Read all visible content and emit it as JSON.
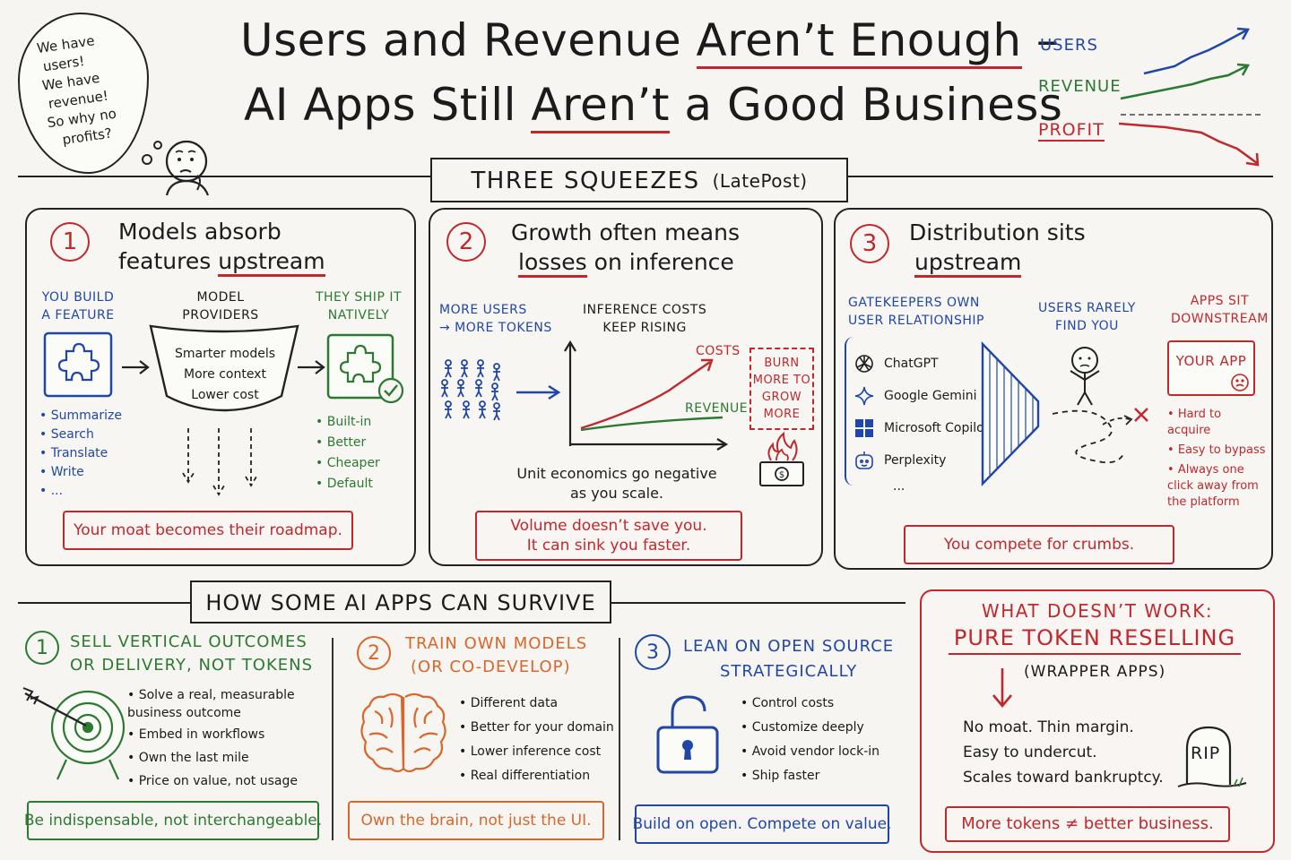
{
  "title": {
    "line1_pre": "Users and Revenue ",
    "line1_ul": "Aren’t Enough",
    "line1_post": " –",
    "line2_pre": "AI Apps Still ",
    "line2_ul": "Aren’t",
    "line2_post": " a Good Business"
  },
  "bubble": {
    "lines": [
      "We have",
      "users!",
      "We have",
      "revenue!",
      "So why no",
      "profits?"
    ]
  },
  "mini_chart": {
    "users_label": "USERS",
    "revenue_label": "REVENUE",
    "profit_label": "PROFIT",
    "colors": {
      "users": "#2047a8",
      "revenue": "#2c7a31",
      "profit": "#c0282d"
    }
  },
  "squeezes": {
    "header": "THREE  SQUEEZES",
    "header_source": "(LatePost)",
    "panel1": {
      "number": "1",
      "title_line1": "Models absorb",
      "title_line2_pre": "features ",
      "title_line2_ul": "upstream",
      "you_build": [
        "YOU BUILD",
        "A FEATURE"
      ],
      "model_providers": [
        "MODEL",
        "PROVIDERS"
      ],
      "funnel_lines": [
        "Smarter models",
        "More context",
        "Lower cost"
      ],
      "they_ship": [
        "THEY SHIP IT",
        "NATIVELY"
      ],
      "features": [
        "Summarize",
        "Search",
        "Translate",
        "Write",
        "..."
      ],
      "shipped": [
        "Built-in",
        "Better",
        "Cheaper",
        "Default"
      ],
      "callout": "Your moat becomes their roadmap."
    },
    "panel2": {
      "number": "2",
      "title_line1": "Growth often means",
      "title_line2_ul": "losses",
      "title_line2_post": " on inference",
      "more_users": [
        "MORE USERS",
        "→ MORE TOKENS"
      ],
      "inference_costs": [
        "INFERENCE COSTS",
        "KEEP RISING"
      ],
      "costs_label": "COSTS",
      "revenue_label": "REVENUE",
      "burn": [
        "BURN",
        "MORE TO",
        "GROW",
        "MORE"
      ],
      "unit_econ": [
        "Unit economics go negative",
        "as you scale."
      ],
      "callout": [
        "Volume doesn’t save you.",
        "It can sink you faster."
      ]
    },
    "panel3": {
      "number": "3",
      "title_line1": "Distribution sits",
      "title_line2_ul": "upstream",
      "gatekeepers": [
        "GATEKEEPERS OWN",
        "USER RELATIONSHIP"
      ],
      "platforms": [
        "ChatGPT",
        "Google Gemini",
        "Microsoft Copilot",
        "Perplexity",
        "..."
      ],
      "users_rarely": [
        "USERS RARELY",
        "FIND YOU"
      ],
      "apps_sit": [
        "APPS SIT",
        "DOWNSTREAM"
      ],
      "your_app": "YOUR APP",
      "app_points": [
        "Hard to acquire",
        "Easy to bypass",
        "Always one click away from the platform"
      ],
      "callout": "You compete for crumbs."
    }
  },
  "survive": {
    "header": "HOW SOME AI APPS CAN SURVIVE",
    "col1": {
      "number": "1",
      "title": [
        "SELL VERTICAL OUTCOMES",
        "OR DELIVERY, NOT TOKENS"
      ],
      "points": [
        "Solve a real, measurable business outcome",
        "Embed in workflows",
        "Own the last mile",
        "Price on value, not usage"
      ],
      "callout": "Be indispensable, not interchangeable."
    },
    "col2": {
      "number": "2",
      "title": [
        "TRAIN OWN MODELS",
        "(OR CO-DEVELOP)"
      ],
      "points": [
        "Different data",
        "Better for your domain",
        "Lower inference cost",
        "Real differentiation"
      ],
      "callout": "Own the brain, not just the UI."
    },
    "col3": {
      "number": "3",
      "title": [
        "LEAN ON OPEN SOURCE",
        "STRATEGICALLY"
      ],
      "points": [
        "Control costs",
        "Customize deeply",
        "Avoid vendor lock-in",
        "Ship faster"
      ],
      "callout": "Build on open. Compete on value."
    }
  },
  "doesnt_work": {
    "title1": "WHAT DOESN’T WORK:",
    "title2": "PURE TOKEN RESELLING",
    "subtitle": "(WRAPPER APPS)",
    "lines": [
      "No moat. Thin margin.",
      "Easy to undercut.",
      "Scales toward bankruptcy."
    ],
    "rip": "RIP",
    "callout": "More tokens ≠ better business."
  }
}
